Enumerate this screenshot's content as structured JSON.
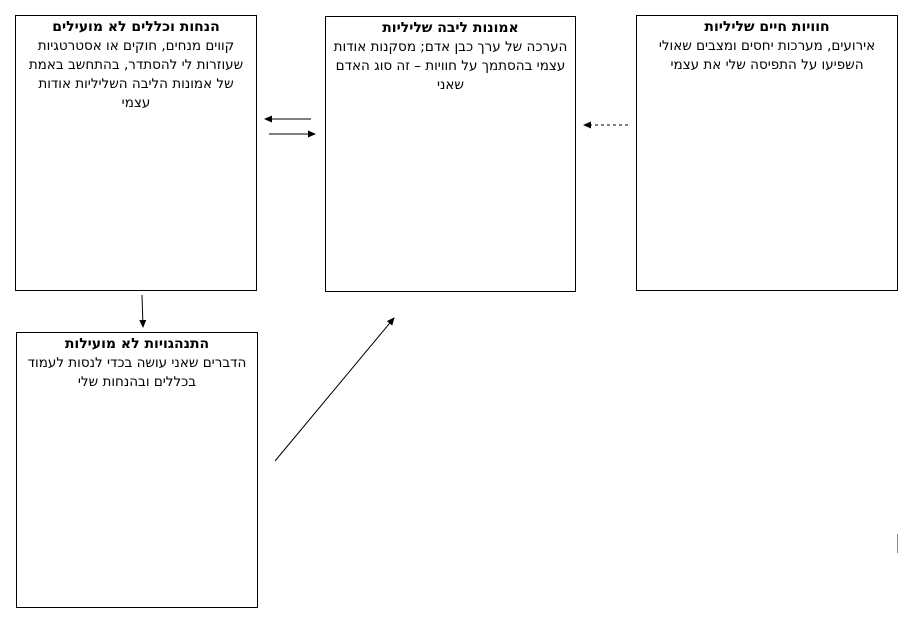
{
  "boxes": {
    "negative_life_experiences": {
      "title": "חוויות חיים שליליות",
      "body": "אירועים, מערכות יחסים ומצבים שאולי השפיעו על התפיסה שלי את עצמי"
    },
    "negative_core_beliefs": {
      "title": "אמונות ליבה שליליות",
      "body": "הערכה של ערך כבן אדם; מסקנות אודות עצמי בהסתמך על חוויות – זה סוג האדם שאני"
    },
    "unhelpful_assumptions_rules": {
      "title": "הנחות וכללים לא מועילים",
      "body": "קווים מנחים, חוקים או אסטרטגיות שעוזרות לי להסתדר, בהתחשב באמת של אמונות הליבה השליליות אודות עצמי"
    },
    "unhelpful_behaviors": {
      "title": "התנהגויות לא מועילות",
      "body": "הדברים שאני עושה בכדי לנסות לעמוד בכללים ובהנחות שלי"
    }
  }
}
